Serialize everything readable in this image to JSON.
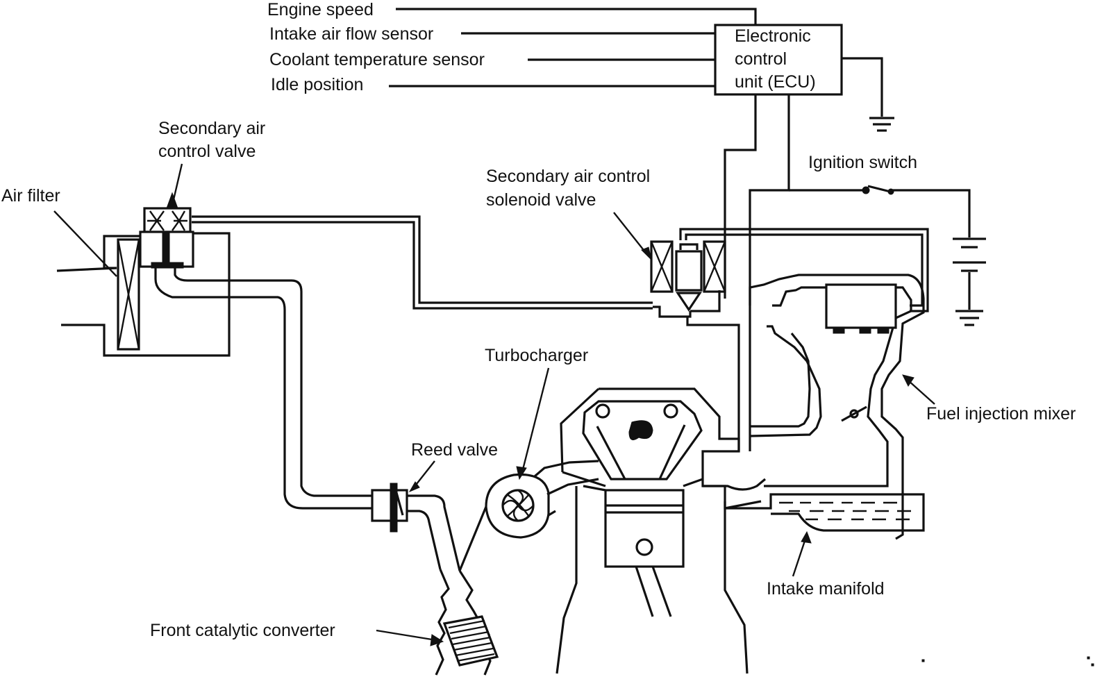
{
  "ecu": {
    "lines": [
      "Electronic",
      "control",
      "unit (ECU)"
    ]
  },
  "inputs": {
    "engine_speed": "Engine speed",
    "intake_air_flow_sensor": "Intake air flow sensor",
    "coolant_temperature_sensor": "Coolant temperature sensor",
    "idle_position": "Idle position"
  },
  "labels": {
    "secondary_air_control_valve": [
      "Secondary air",
      "control valve"
    ],
    "air_filter": "Air filter",
    "secondary_air_control_solenoid_valve": [
      "Secondary air control",
      "solenoid valve"
    ],
    "ignition_switch": "Ignition switch",
    "turbocharger": "Turbocharger",
    "fuel_injection_mixer": "Fuel injection mixer",
    "reed_valve": "Reed valve",
    "intake_manifold": "Intake manifold",
    "front_catalytic_converter": "Front catalytic converter"
  }
}
